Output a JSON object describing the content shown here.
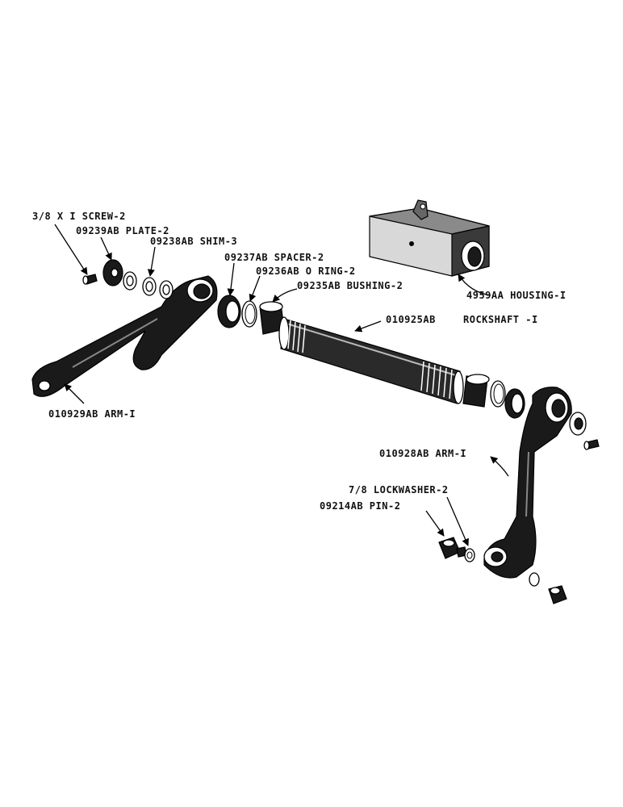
{
  "labels": {
    "screw": "3/8 X I SCREW-2",
    "plate": "09239AB PLATE-2",
    "shim": "09238AB SHIM-3",
    "spacer": "09237AB SPACER-2",
    "oring": "09236AB O RING-2",
    "bushing": "09235AB BUSHING-2",
    "housing": "4959AA HOUSING-I",
    "rockshaft_num": "010925AB",
    "rockshaft_name": "ROCKSHAFT -I",
    "arm_left": "010929AB ARM-I",
    "arm_right": "010928AB ARM-I",
    "lockwasher": "7/8 LOCKWASHER-2",
    "pin": "09214AB PIN-2"
  }
}
